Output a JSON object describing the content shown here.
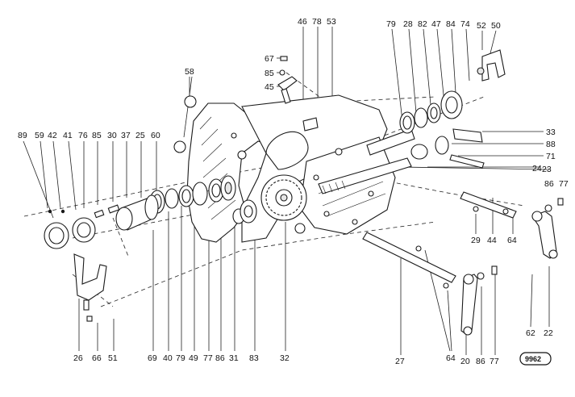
{
  "diagram": {
    "labels": [
      "67",
      "85",
      "45",
      "46",
      "78",
      "53",
      "58",
      "79",
      "28",
      "82",
      "47",
      "84",
      "74",
      "52",
      "50",
      "33",
      "88",
      "71",
      "24",
      "23",
      "89",
      "59",
      "42",
      "41",
      "76",
      "85",
      "30",
      "37",
      "25",
      "60",
      "86",
      "77",
      "29",
      "44",
      "64",
      "69",
      "40",
      "79",
      "49",
      "77",
      "86",
      "31",
      "83",
      "32",
      "27",
      "64",
      "20",
      "86",
      "77",
      "62",
      "22",
      "26",
      "66",
      "51"
    ],
    "reference_badge": "9962"
  }
}
